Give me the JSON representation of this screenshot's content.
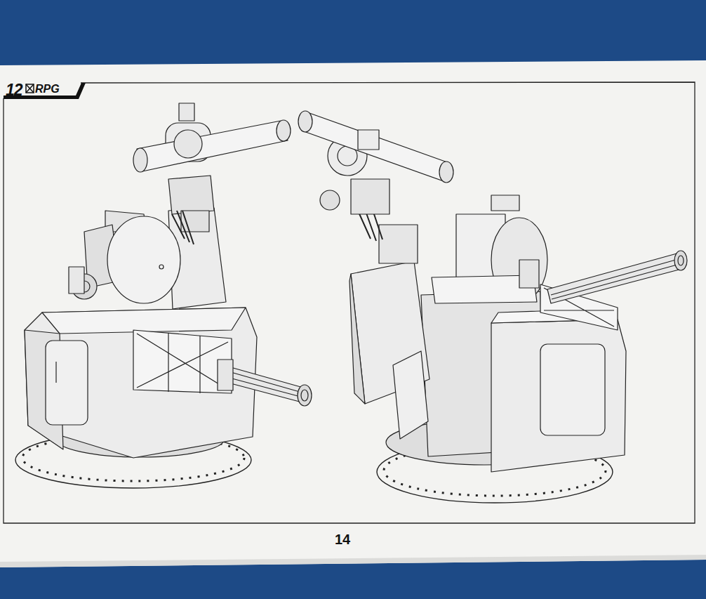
{
  "diagram": {
    "labels": [
      "12",
      "RPG",
      "14"
    ]
  }
}
